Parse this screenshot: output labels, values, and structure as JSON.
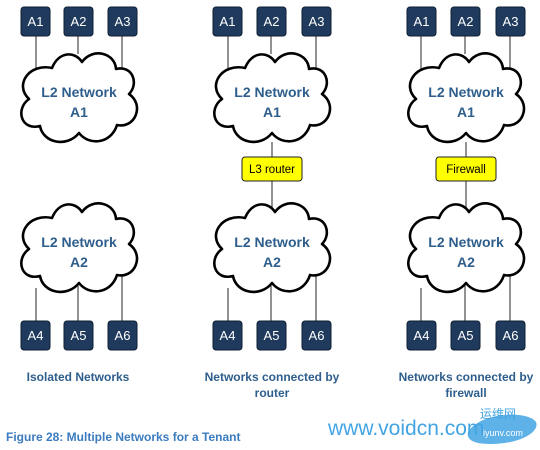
{
  "panels": [
    {
      "top_nodes": [
        "A1",
        "A2",
        "A3"
      ],
      "top_cloud": [
        "L2 Network",
        "A1"
      ],
      "device": "",
      "bottom_cloud": [
        "L2 Network",
        "A2"
      ],
      "bottom_nodes": [
        "A4",
        "A5",
        "A6"
      ],
      "caption": [
        "Isolated Networks"
      ]
    },
    {
      "top_nodes": [
        "A1",
        "A2",
        "A3"
      ],
      "top_cloud": [
        "L2 Network",
        "A1"
      ],
      "device": "L3 router",
      "bottom_cloud": [
        "L2 Network",
        "A2"
      ],
      "bottom_nodes": [
        "A4",
        "A5",
        "A6"
      ],
      "caption": [
        "Networks connected by",
        "router"
      ]
    },
    {
      "top_nodes": [
        "A1",
        "A2",
        "A3"
      ],
      "top_cloud": [
        "L2 Network",
        "A1"
      ],
      "device": "Firewall",
      "bottom_cloud": [
        "L2 Network",
        "A2"
      ],
      "bottom_nodes": [
        "A4",
        "A5",
        "A6"
      ],
      "caption": [
        "Networks connected by",
        "firewall"
      ]
    }
  ],
  "figure_caption": "Figure 28: Multiple Networks for a Tenant",
  "watermark": {
    "text": "www.voidcn.com",
    "cn": "运维网",
    "sub": "iyunv.com"
  },
  "colors": {
    "node_fill": "#1f3a5c",
    "cloud_label": "#2e5e8c",
    "device_fill": "#ffff00",
    "figure_caption": "#3b7bbf",
    "watermark": "#2f9be0"
  }
}
